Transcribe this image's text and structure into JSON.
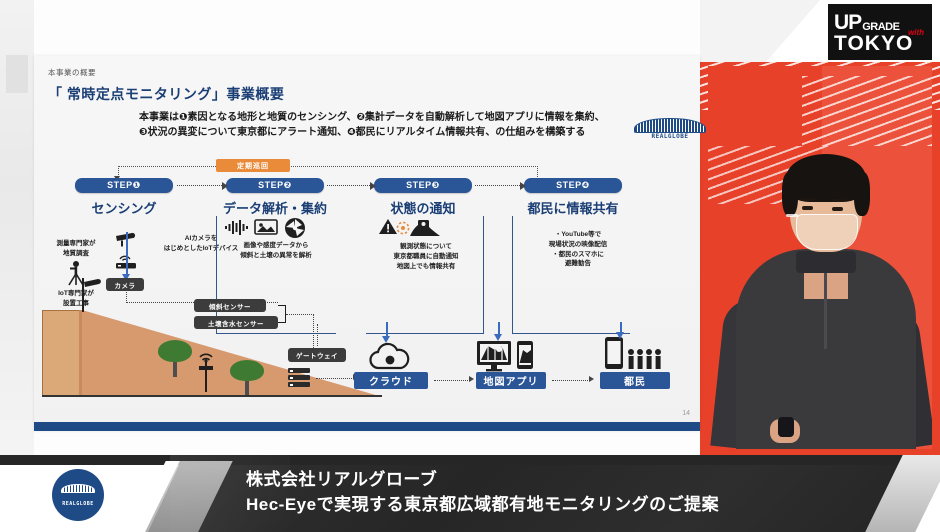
{
  "brand": {
    "tokyo_up": "UP",
    "tokyo_grade": "GRADE",
    "tokyo_with": "with",
    "tokyo_name": "TOKYO",
    "realglobe": "REALGLOBE",
    "accent_orange": "#e98b39",
    "accent_blue": "#2a5597",
    "accent_navy": "#1b3f75",
    "video_red": "#e8412a"
  },
  "slide": {
    "kicker": "本事業の概要",
    "title": "「 常時定点モニタリング」事業概要",
    "lead_line1": "本事業は❶素因となる地形と地質のセンシング、❷集計データを自動解析して地図アプリに情報を集約、",
    "lead_line2": "❸状況の異変について東京都にアラート通知、❹都民にリアルタイム情報共有、の仕組みを構築する",
    "cycle_badge": "定期巡回",
    "page_number": "14",
    "steps": [
      {
        "badge": "STEP❶",
        "label": "センシング"
      },
      {
        "badge": "STEP❷",
        "label": "データ解析・集約"
      },
      {
        "badge": "STEP❸",
        "label": "状態の通知"
      },
      {
        "badge": "STEP❹",
        "label": "都民に情報共有"
      }
    ],
    "notes": {
      "survey": "測量専門家が\n地質調査",
      "iot_install": "IoT専門家が\n設置工事",
      "iot_devices": "AIカメラを\nはじめとしたIoTデバイス",
      "analysis": "画像や感度データから\n傾斜と土壌の異常を解析",
      "alert": "観測状態について\n東京都職員に自動通知\n地図上でも情報共有",
      "share": "・YouTube等で\n現場状況の映像配信\n・都民のスマホに\n避難勧告"
    },
    "pills": {
      "camera": "カメラ",
      "tilt_sensor": "傾斜センサー",
      "soil_sensor": "土壌含水センサー",
      "gateway": "ゲートウェイ"
    },
    "blue_labels": {
      "cloud": "クラウド",
      "map_app": "地図アプリ",
      "citizens": "都民"
    }
  },
  "caption": {
    "line1": "株式会社リアルグローブ",
    "line2": "Hec-Eyeで実現する東京都広域都有地モニタリングのご提案"
  }
}
